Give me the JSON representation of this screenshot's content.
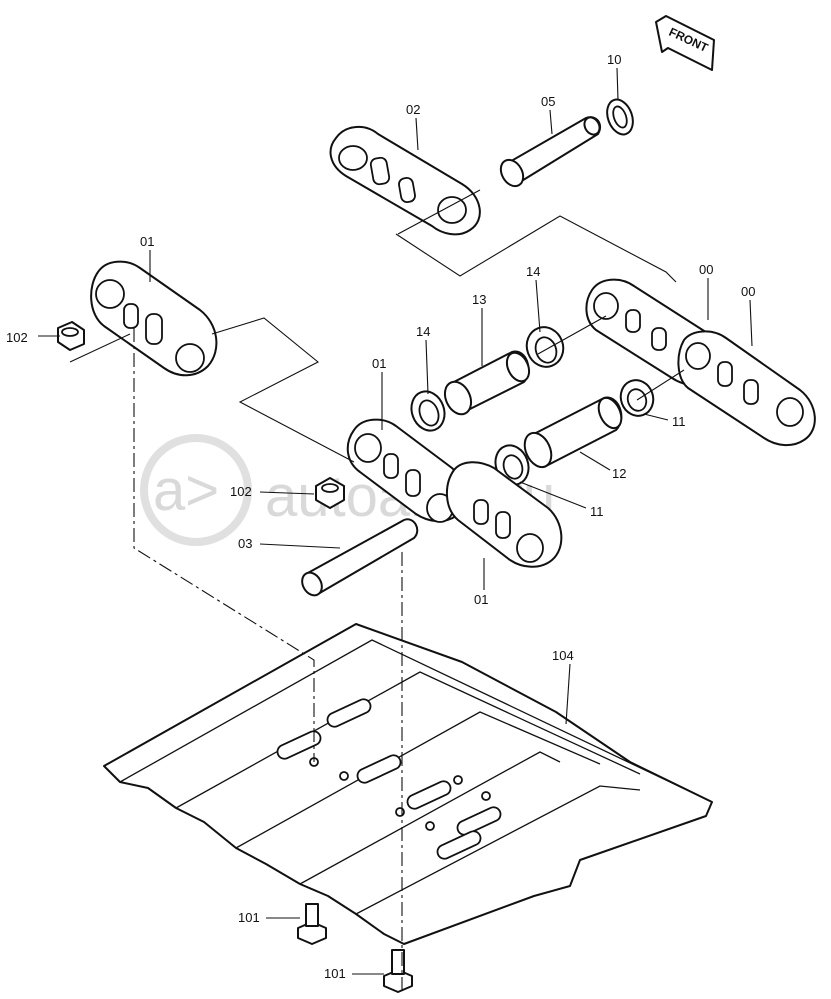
{
  "front_label": "FRONT",
  "watermark": "autoaiter.ru",
  "watermark_logo": "a>",
  "labels": {
    "p10": "10",
    "p05": "05",
    "p02": "02",
    "p01_top": "01",
    "p102_left": "102",
    "p14_top": "14",
    "p13": "13",
    "p14_mid": "14",
    "p01_mid": "01",
    "p00_a": "00",
    "p00_b": "00",
    "p11_right": "11",
    "p12": "12",
    "p11_mid": "11",
    "p102_mid": "102",
    "p03": "03",
    "p01_bottom": "01",
    "p104": "104",
    "p101_top": "101",
    "p101_bottom": "101"
  }
}
